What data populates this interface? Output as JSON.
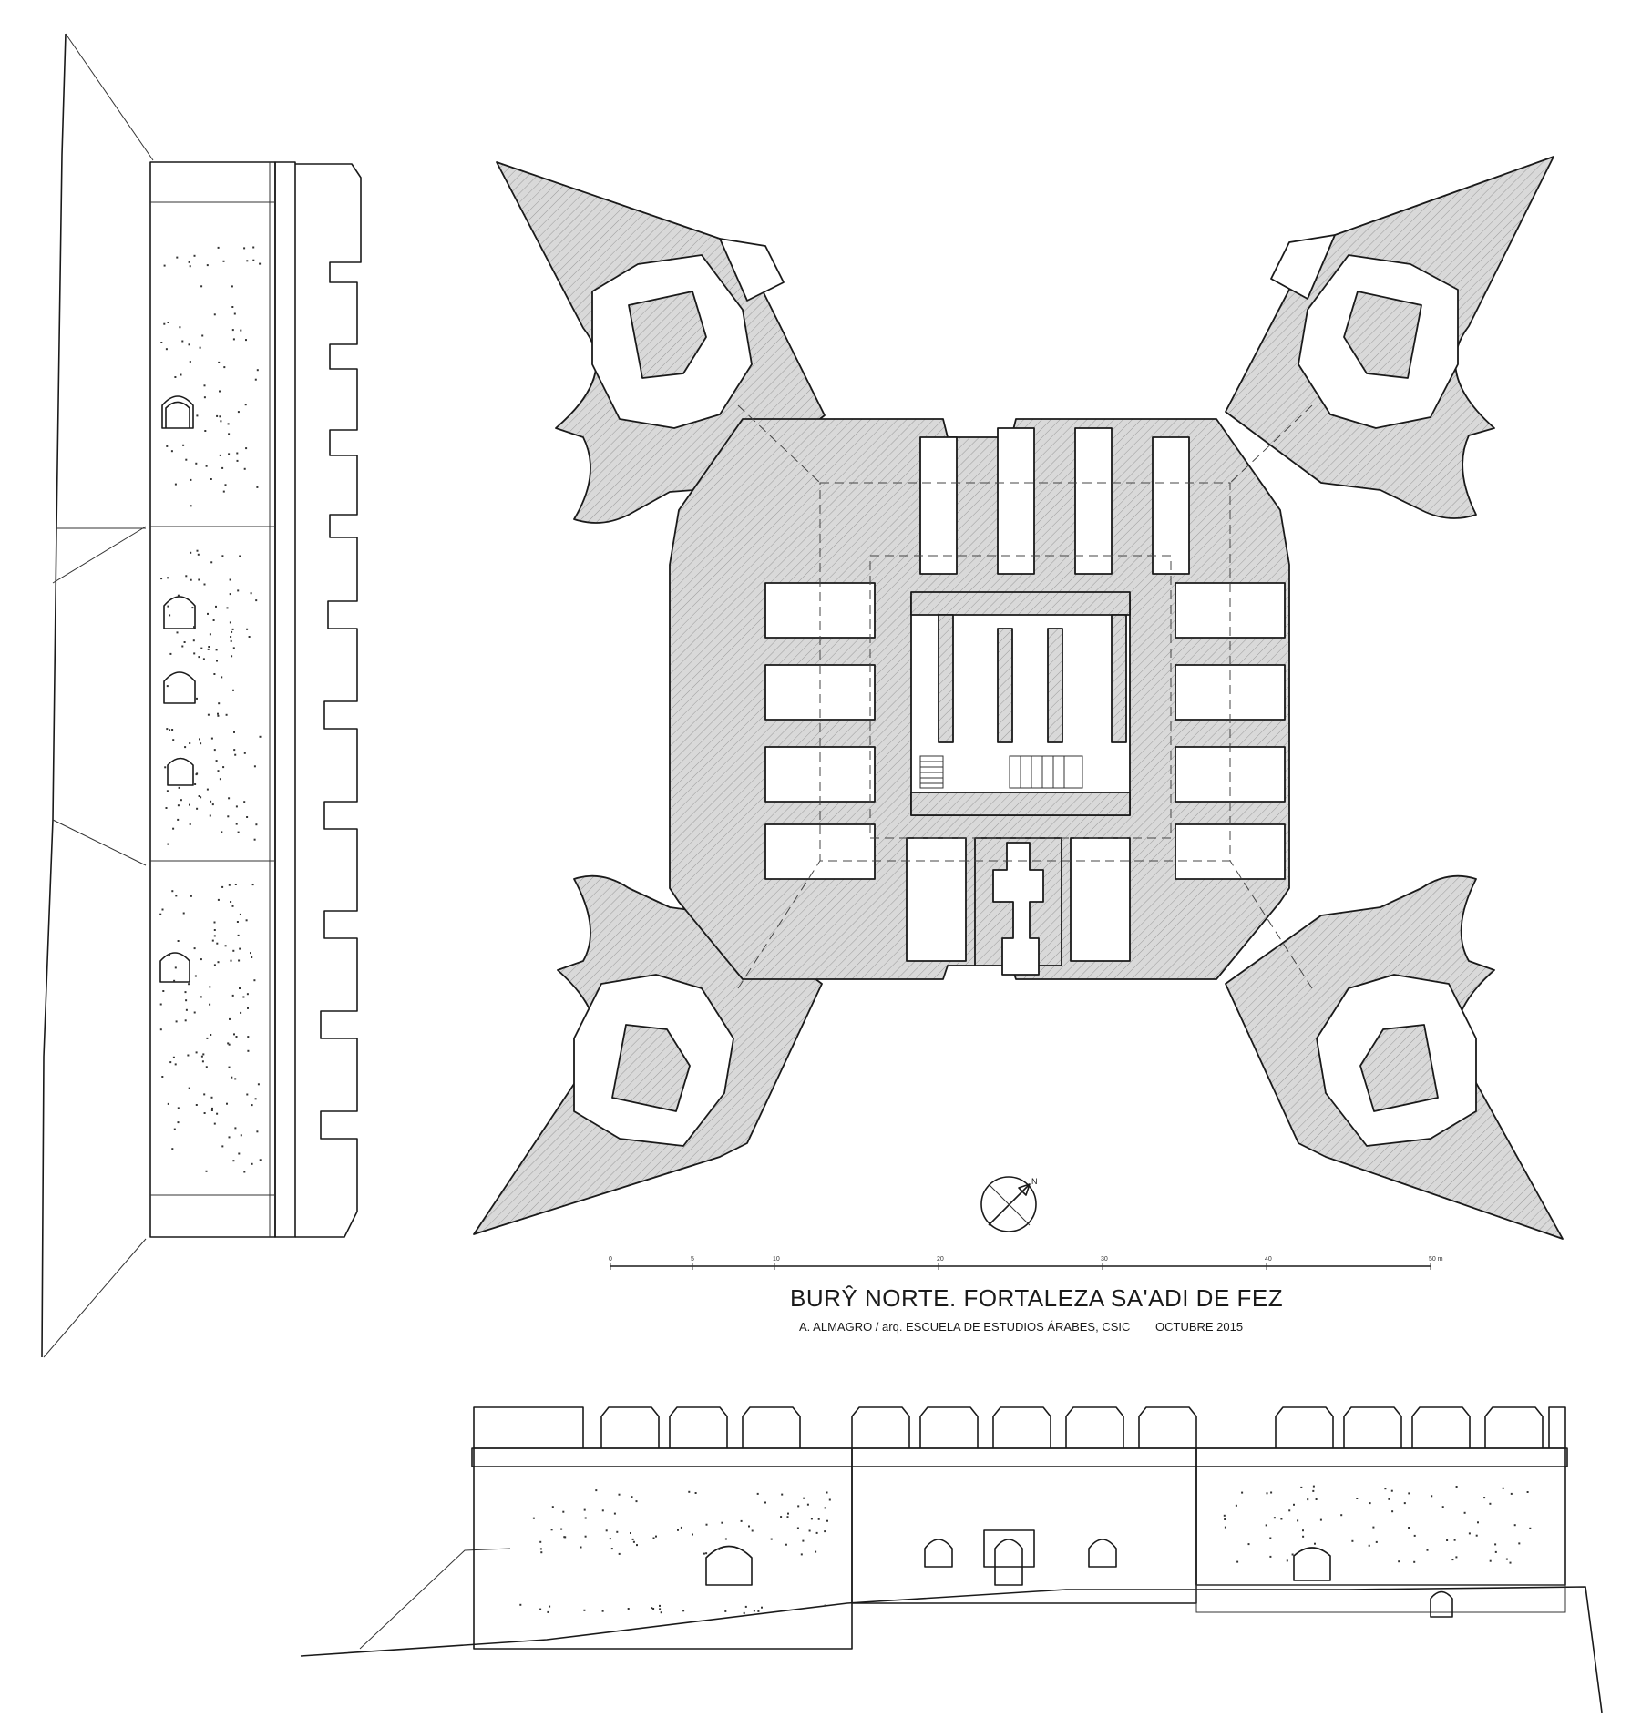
{
  "plan": {
    "title": "BURŶ NORTE. FORTALEZA SA'ADI DE FEZ",
    "author": "A. ALMAGRO / arq. ESCUELA DE ESTUDIOS ÁRABES, CSIC",
    "date": "OCTUBRE 2015"
  },
  "scale_bar": {
    "labels": [
      "0",
      "5",
      "10",
      "20",
      "30",
      "40",
      "50 m"
    ]
  },
  "compass": {
    "north_label": "N"
  },
  "colors": {
    "line": "#1a1a1a",
    "hatch_fill": "#d9d9d9",
    "background": "#ffffff"
  }
}
